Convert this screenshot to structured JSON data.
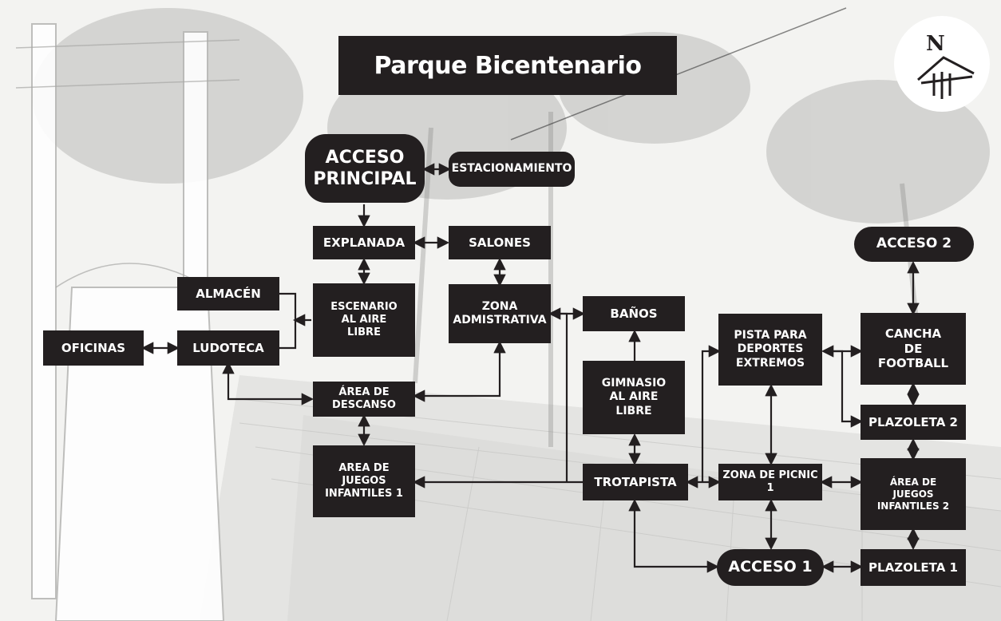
{
  "title": "Parque Bicentenario",
  "compass": {
    "label": "N"
  },
  "nodes": {
    "acceso_principal": "ACCESO\nPRINCIPAL",
    "estacionamiento": "ESTACIONAMIENTO",
    "explanada": "EXPLANADA",
    "salones": "SALONES",
    "almacen": "ALMACÉN",
    "escenario": "ESCENARIO\nAL AIRE\nLIBRE",
    "zona_admin": "ZONA\nADMISTRATIVA",
    "banos": "BAÑOS",
    "oficinas": "OFICINAS",
    "ludoteca": "LUDOTECA",
    "area_descanso": "ÁREA DE\nDESCANSO",
    "gimnasio": "GIMNASIO\nAL AIRE\nLIBRE",
    "area_juegos_1": "AREA DE\nJUEGOS\nINFANTILES 1",
    "trotapista": "TROTAPISTA",
    "zona_picnic": "ZONA DE PICNIC 1",
    "pista_deportes": "PISTA PARA\nDEPORTES\nEXTREMOS",
    "acceso_2": "ACCESO 2",
    "cancha": "CANCHA\nDE\nFOOTBALL",
    "plazoleta_2": "PLAZOLETA 2",
    "area_juegos_2": "ÁREA DE\nJUEGOS\nINFANTILES 2",
    "acceso_1": "ACCESO 1",
    "plazoleta_1": "PLAZOLETA 1"
  },
  "colors": {
    "box": "#231f20",
    "text": "#ffffff",
    "line": "#231f20"
  }
}
